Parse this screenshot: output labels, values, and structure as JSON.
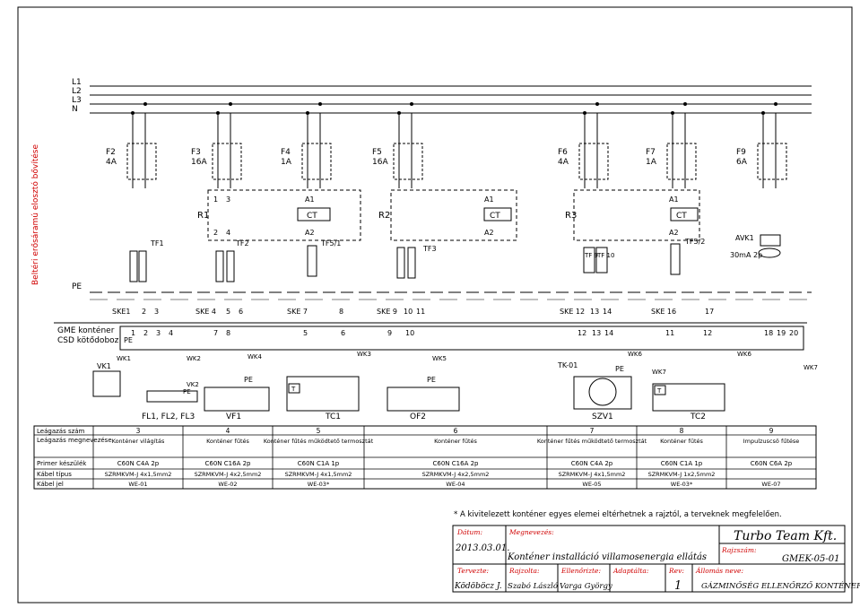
{
  "side_note": "Beltéri erősáramú elosztó bővítése",
  "bus_labels": [
    "L1",
    "L2",
    "L3",
    "N"
  ],
  "pe_label": "PE",
  "breakers": [
    {
      "name": "F2",
      "rating": "4A"
    },
    {
      "name": "F3",
      "rating": "16A"
    },
    {
      "name": "F4",
      "rating": "1A"
    },
    {
      "name": "F5",
      "rating": "16A"
    },
    {
      "name": "F6",
      "rating": "4A"
    },
    {
      "name": "F7",
      "rating": "1A"
    },
    {
      "name": "F9",
      "rating": "6A"
    }
  ],
  "relays": [
    "R1",
    "R2",
    "R3"
  ],
  "ct_label": "CT",
  "contact_terms": {
    "a1": "A1",
    "a2": "A2",
    "t1": "1",
    "t2": "2",
    "t3": "3",
    "t4": "4"
  },
  "transformers": [
    "TF1",
    "TF2",
    "TF5/1",
    "TF3",
    "TF 9",
    "TF 10",
    "TF5/2"
  ],
  "rcd": {
    "name": "AVK1",
    "rating": "30mA 2p"
  },
  "ske_labels": [
    "SKE1",
    "SKE 4",
    "SKE 7",
    "SKE 9",
    "SKE 12",
    "SKE 16"
  ],
  "ske_nums": [
    "2",
    "3",
    "5",
    "6",
    "8",
    "10",
    "11",
    "13",
    "14",
    "17"
  ],
  "terminal_block": {
    "title_line1": "GME konténer",
    "title_line2": "CSD kötődoboz"
  },
  "terminal_nums": [
    "1",
    "2",
    "3",
    "4",
    "7",
    "8",
    "5",
    "6",
    "9",
    "10",
    "12",
    "13",
    "14",
    "11",
    "12",
    "18",
    "19",
    "20"
  ],
  "cables": [
    "WK1",
    "WK2",
    "WK4",
    "WK3",
    "WK5",
    "WK6",
    "WK7",
    "WK6",
    "WK7"
  ],
  "devices": [
    {
      "id": "VK1",
      "label": "VK1"
    },
    {
      "id": "VK2",
      "label": "VK2"
    },
    {
      "id": "TK01",
      "label": "TK-01"
    }
  ],
  "bottom_labels": [
    "FL1, FL2, FL3",
    "VF1",
    "TC1",
    "OF2",
    "SZV1",
    "TC2"
  ],
  "thermostat_mark": "T",
  "table": {
    "row_headers": [
      "Leágazás szám",
      "Leágazás megnevezése",
      "Primer készülék",
      "Kábel típus",
      "Kábel jel"
    ],
    "columns": [
      {
        "num": "3",
        "name": "Konténer világítás",
        "device": "C60N C4A 2p",
        "cable_type": "SZRMKVM-J 4x1,5mm2",
        "cable_id": "WE-01"
      },
      {
        "num": "4",
        "name": "Konténer fűtés",
        "device": "C60N C16A 2p",
        "cable_type": "SZRMKVM-J 4x2,5mm2",
        "cable_id": "WE-02"
      },
      {
        "num": "5",
        "name": "Konténer fűtés működtető termosztát",
        "device": "C60N C1A 1p",
        "cable_type": "SZRMKVM-J 4x1,5mm2",
        "cable_id": "WE-03*"
      },
      {
        "num": "6",
        "name": "Konténer fűtés",
        "device": "C60N C16A 2p",
        "cable_type": "SZRMKVM-J 4x2,5mm2",
        "cable_id": "WE-04"
      },
      {
        "num": "7",
        "name": "Konténer fűtés működtető termosztát",
        "device": "C60N C4A 2p",
        "cable_type": "SZRMKVM-J 4x1,5mm2",
        "cable_id": "WE-05"
      },
      {
        "num": "8",
        "name": "Konténer fűtés",
        "device": "C60N C1A 1p",
        "cable_type": "SZRMKVM-J 1x2,5mm2",
        "cable_id": "WE-03*"
      },
      {
        "num": "9",
        "name": "Impulzuscsö fűtése",
        "device": "C60N C6A 2p",
        "cable_type": "",
        "cable_id": "WE-07"
      }
    ]
  },
  "footnote": "* A kivitelezett konténer egyes elemei eltérhetnek a rajztól, a terveknek megfelelően.",
  "title_block": {
    "date_label": "Dátum:",
    "date": "2013.03.01.",
    "name_label": "Megnevezés:",
    "name": "Konténer installáció villamosenergia ellátás",
    "company": "Turbo Team Kft.",
    "drawing_no_label": "Rajzszám:",
    "drawing_no": "GMEK-05-01",
    "designer_label": "Tervezte:",
    "designer": "Ködöböcz J.",
    "drawn_label": "Rajzolta:",
    "drawn": "Szabó László",
    "checked_label": "Ellenőrizte:",
    "checked": "Varga György",
    "adapted_label": "Adaptálta:",
    "adapted": "",
    "rev_label": "Rev:",
    "rev": "1",
    "station_label": "Állomás neve:",
    "station": "GÁZMINŐSÉG ELLENŐRZŐ KONTÉNER"
  }
}
